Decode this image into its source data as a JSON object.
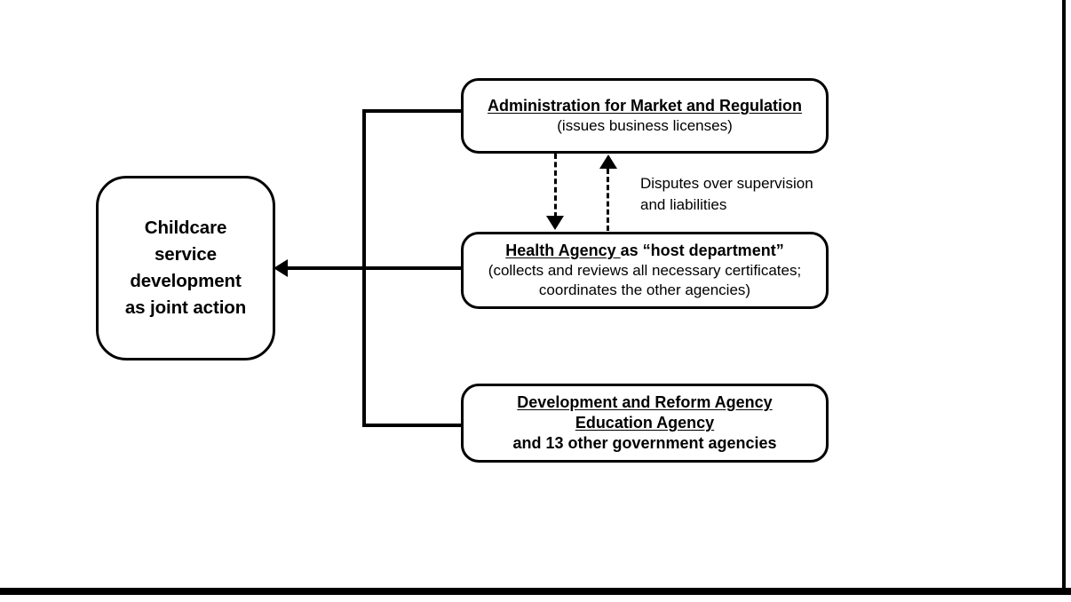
{
  "diagram": {
    "nodes": {
      "childcare": {
        "lines": [
          "Childcare",
          "service",
          "development",
          "as joint action"
        ]
      },
      "market": {
        "title": "Administration for Market and Regulation",
        "subtitle": "(issues business licenses)"
      },
      "health": {
        "title_underlined": "Health Agency ",
        "title_rest": "as “host department”",
        "subtitle_line1": "(collects and reviews all necessary certificates;",
        "subtitle_line2": "coordinates the other agencies)"
      },
      "other_agencies": {
        "title_line1": "Development and Reform Agency",
        "title_line2": "Education Agency",
        "subtitle": "and 13 other government agencies"
      }
    },
    "edges": {
      "disputes_label_line1": "Disputes over supervision",
      "disputes_label_line2": "and liabilities"
    },
    "colors": {
      "stroke": "#000000",
      "fill": "#ffffff",
      "text": "#000000"
    }
  }
}
